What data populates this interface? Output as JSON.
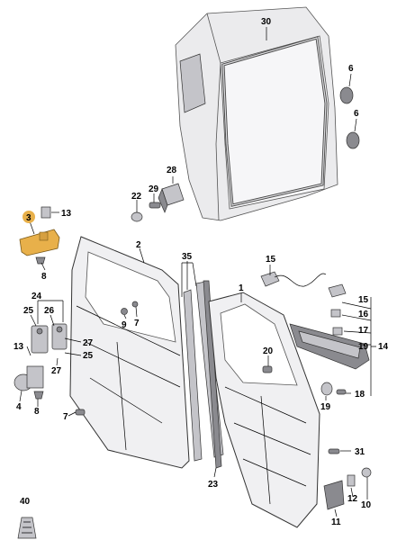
{
  "parts": {
    "p1": "1",
    "p2": "2",
    "p3": "3",
    "p4": "4",
    "p6a": "6",
    "p6b": "6",
    "p7a": "7",
    "p7b": "7",
    "p8a": "8",
    "p8b": "8",
    "p9": "9",
    "p10": "10",
    "p11": "11",
    "p12": "12",
    "p13a": "13",
    "p13b": "13",
    "p14": "14",
    "p15a": "15",
    "p15b": "15",
    "p16": "16",
    "p17": "17",
    "p18": "18",
    "p19a": "19",
    "p19b": "19",
    "p20": "20",
    "p22": "22",
    "p23": "23",
    "p24": "24",
    "p25a": "25",
    "p25b": "25",
    "p26": "26",
    "p27a": "27",
    "p27b": "27",
    "p28": "28",
    "p29": "29",
    "p30": "30",
    "p31": "31",
    "p35": "35",
    "p40": "40"
  },
  "colors": {
    "highlight": "#e8b04a",
    "background": "#ffffff"
  }
}
